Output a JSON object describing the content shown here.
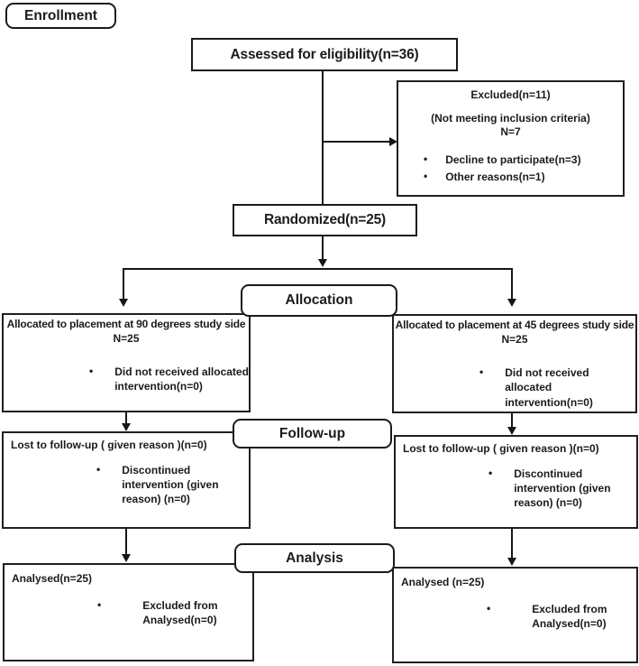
{
  "diagram": {
    "enrollment_label": "Enrollment",
    "assessed": {
      "title": "Assessed for eligibility(n=36)"
    },
    "excluded": {
      "line1": "Excluded(n=11)",
      "line2": "(Not meeting inclusion criteria)",
      "line3": "N=7",
      "bullets": [
        "Decline to participate(n=3)",
        "Other reasons(n=1)"
      ]
    },
    "randomized": {
      "title": "Randomized(n=25)"
    },
    "stage_labels": {
      "allocation": "Allocation",
      "followup": "Follow-up",
      "analysis": "Analysis"
    },
    "allocation_left": {
      "title": "Allocated to placement at 90 degrees study side",
      "n": "N=25",
      "bullets": [
        "Did not received allocated intervention(n=0)"
      ]
    },
    "allocation_right": {
      "title": "Allocated to placement at 45 degrees study side",
      "n": "N=25",
      "bullets": [
        "Did not received allocated intervention(n=0)"
      ]
    },
    "followup_left": {
      "title": "Lost to follow-up ( given reason )(n=0)",
      "bullets": [
        "Discontinued intervention (given reason) (n=0)"
      ]
    },
    "followup_right": {
      "title": "Lost to follow-up ( given reason )(n=0)",
      "bullets": [
        "Discontinued intervention (given reason) (n=0)"
      ]
    },
    "analysis_left": {
      "title": "Analysed(n=25)",
      "bullets": [
        "Excluded from Analysed(n=0)"
      ]
    },
    "analysis_right": {
      "title": "Analysed (n=25)",
      "bullets": [
        "Excluded from Analysed(n=0)"
      ]
    },
    "ui": {
      "bullet_glyph": "•"
    },
    "colors": {
      "line": "#161616",
      "background": "#ffffff",
      "text": "#1b1b1b"
    }
  }
}
